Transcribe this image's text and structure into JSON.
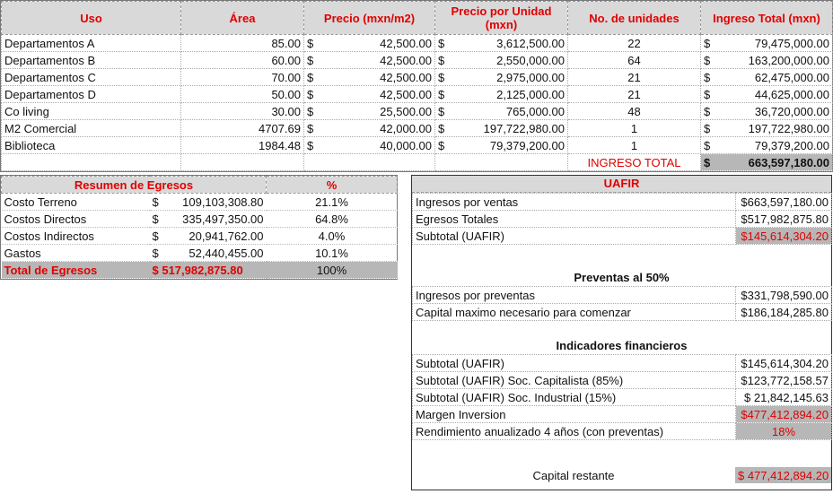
{
  "main": {
    "headers": [
      "Uso",
      "Área",
      "Precio (mxn/m2)",
      "Precio por Unidad (mxn)",
      "No. de unidades",
      "Ingreso Total (mxn)"
    ],
    "rows": [
      {
        "uso": "Departamentos A",
        "area": "85.00",
        "precio_m2": "42,500.00",
        "precio_unidad": "3,612,500.00",
        "unidades": "22",
        "ingreso": "79,475,000.00"
      },
      {
        "uso": "Departamentos B",
        "area": "60.00",
        "precio_m2": "42,500.00",
        "precio_unidad": "2,550,000.00",
        "unidades": "64",
        "ingreso": "163,200,000.00"
      },
      {
        "uso": "Departamentos C",
        "area": "70.00",
        "precio_m2": "42,500.00",
        "precio_unidad": "2,975,000.00",
        "unidades": "21",
        "ingreso": "62,475,000.00"
      },
      {
        "uso": "Departamentos D",
        "area": "50.00",
        "precio_m2": "42,500.00",
        "precio_unidad": "2,125,000.00",
        "unidades": "21",
        "ingreso": "44,625,000.00"
      },
      {
        "uso": "Co living",
        "area": "30.00",
        "precio_m2": "25,500.00",
        "precio_unidad": "765,000.00",
        "unidades": "48",
        "ingreso": "36,720,000.00"
      },
      {
        "uso": "M2 Comercial",
        "area": "4707.69",
        "precio_m2": "42,000.00",
        "precio_unidad": "197,722,980.00",
        "unidades": "1",
        "ingreso": "197,722,980.00"
      },
      {
        "uso": "Biblioteca",
        "area": "1984.48",
        "precio_m2": "40,000.00",
        "precio_unidad": "79,379,200.00",
        "unidades": "1",
        "ingreso": "79,379,200.00"
      }
    ],
    "currency": "$",
    "total_label": "INGRESO TOTAL",
    "total_value": "663,597,180.00"
  },
  "egresos": {
    "headers": [
      "Resumen de Egresos",
      "%"
    ],
    "rows": [
      {
        "label": "Costo Terreno",
        "value": "109,103,308.80",
        "pct": "21.1%"
      },
      {
        "label": "Costos Directos",
        "value": "335,497,350.00",
        "pct": "64.8%"
      },
      {
        "label": "Costos Indirectos",
        "value": "20,941,762.00",
        "pct": "4.0%"
      },
      {
        "label": "Gastos",
        "value": "52,440,455.00",
        "pct": "10.1%"
      }
    ],
    "total_label": "Total de Egresos",
    "total_value": "$ 517,982,875.80",
    "total_pct": "100%"
  },
  "uafir": {
    "title": "UAFIR",
    "rows": [
      {
        "label": "Ingresos por ventas",
        "value": "$663,597,180.00"
      },
      {
        "label": "Egresos Totales",
        "value": "$517,982,875.80"
      },
      {
        "label": "Subtotal (UAFIR)",
        "value": "$145,614,304.20"
      }
    ],
    "preventas_title": "Preventas al 50%",
    "preventas_rows": [
      {
        "label": "Ingresos por preventas",
        "value": "$331,798,590.00"
      },
      {
        "label": "Capital maximo necesario para comenzar",
        "value": "$186,184,285.80"
      }
    ],
    "indicadores_title": "Indicadores financieros",
    "indicadores_rows": [
      {
        "label": "Subtotal (UAFIR)",
        "value": "$145,614,304.20"
      },
      {
        "label": "Subtotal (UAFIR) Soc. Capitalista (85%)",
        "value": "$123,772,158.57"
      },
      {
        "label": "Subtotal (UAFIR) Soc. Industrial (15%)",
        "value": "$  21,842,145.63"
      },
      {
        "label": "Margen Inversion",
        "value": "$477,412,894.20"
      },
      {
        "label": "Rendimiento anualizado 4 años (con preventas)",
        "value": "18%"
      }
    ],
    "capital_label": "Capital restante",
    "capital_value": "$ 477,412,894.20"
  }
}
